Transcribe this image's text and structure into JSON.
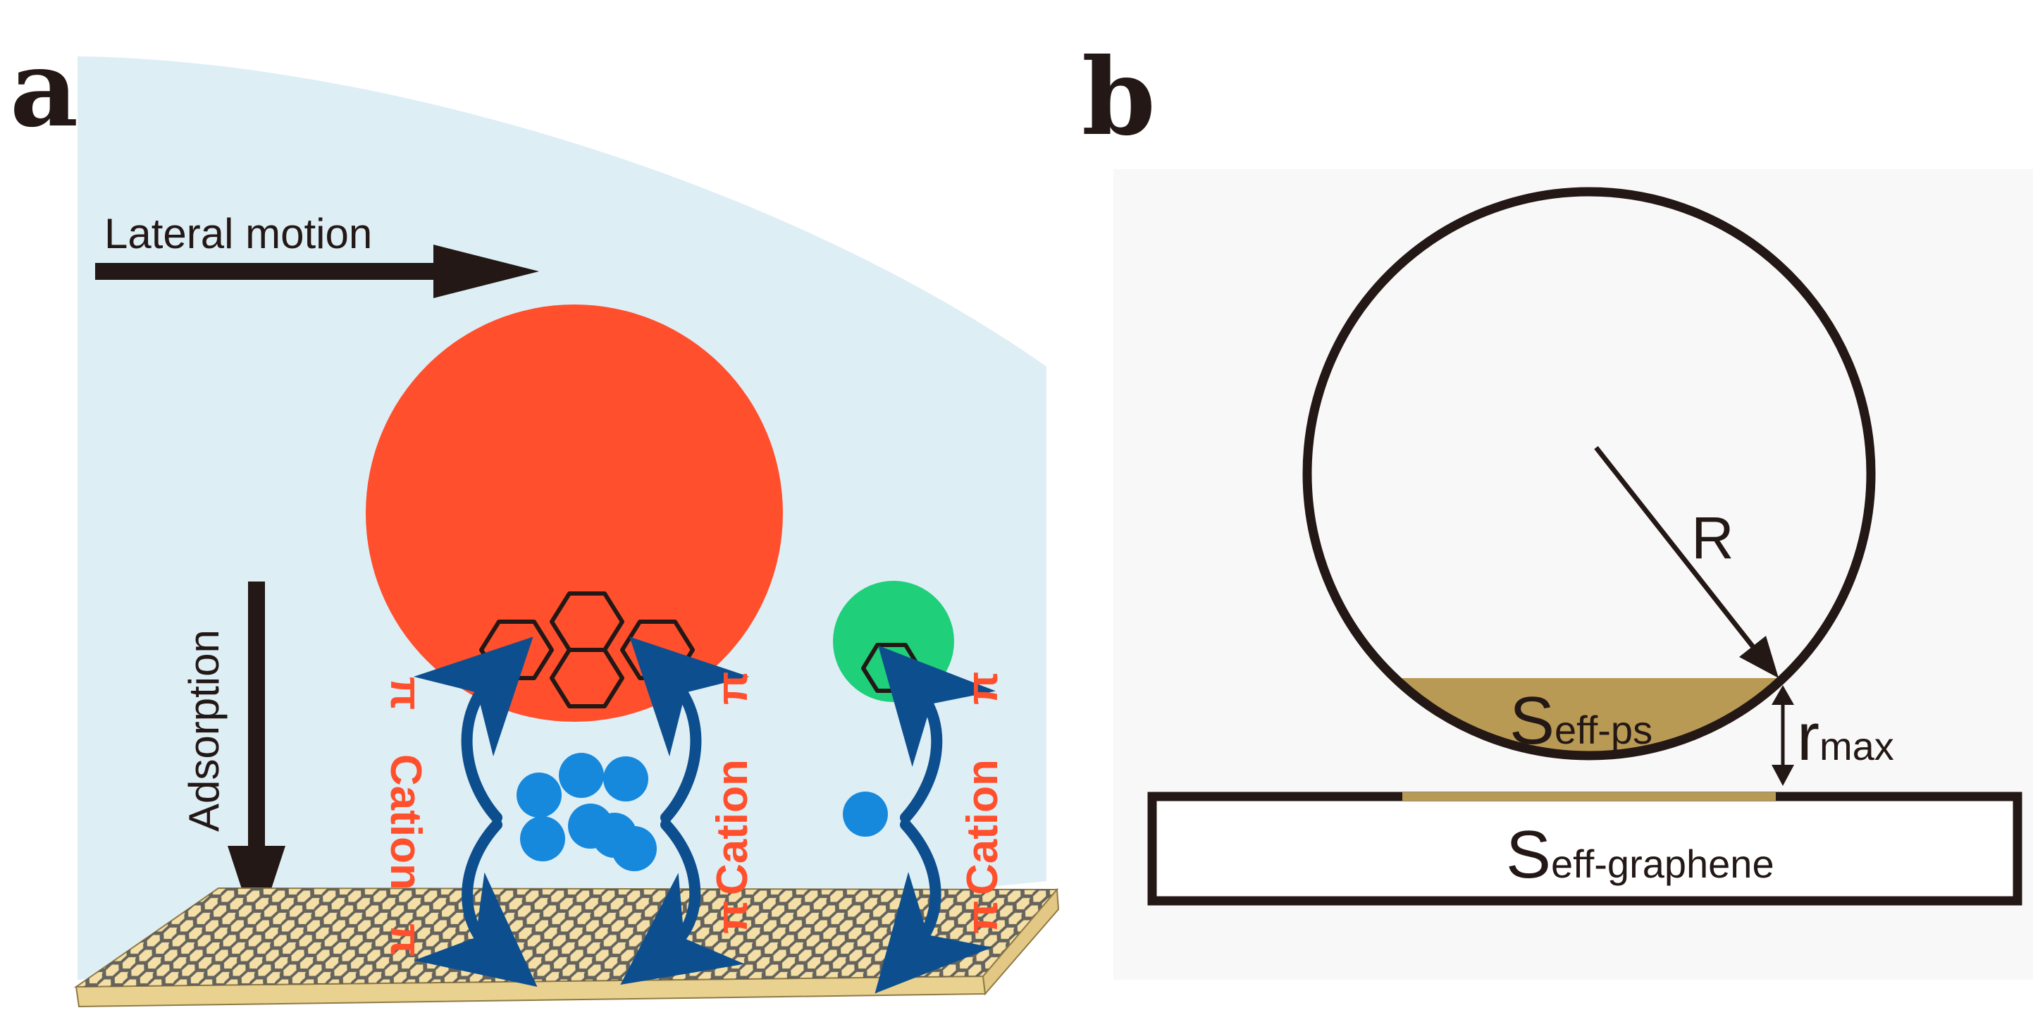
{
  "panel_a": {
    "label": "a",
    "lateral_motion": "Lateral motion",
    "adsorption": "Adsorption",
    "pi": "π",
    "cation": "Cation",
    "colors": {
      "background_fluid": "#deeef5",
      "large_particle": "#ff4f2c",
      "small_particle": "#1fcf7a",
      "cation_ball": "#1689dd",
      "arrow_blue": "#0d4f8e",
      "graphene_sheet": "#f4dfa6",
      "graphene_mesh": "#555555",
      "label_red": "#ff4f2c"
    }
  },
  "panel_b": {
    "label": "b",
    "radius_label": "R",
    "gap_label_main": "r",
    "gap_label_sub": "max",
    "cap_label_main": "S",
    "cap_label_sub": "eff-ps",
    "substrate_label_main": "S",
    "substrate_label_sub": "eff-graphene",
    "colors": {
      "background": "#f8f8f8",
      "outline": "#231815",
      "contact_area": "#b99a55"
    }
  }
}
